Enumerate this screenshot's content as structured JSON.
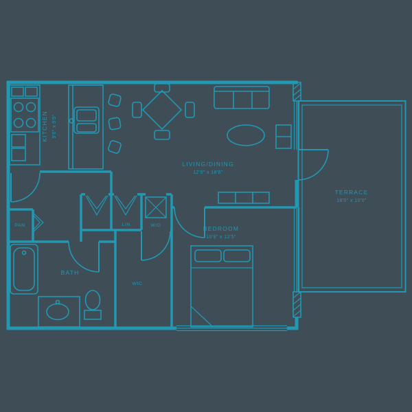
{
  "colors": {
    "background": "#3E4D56",
    "line": "#2398B3"
  },
  "rooms": {
    "kitchen": {
      "label": "KITCHEN",
      "dims": "9'6\" x 9'5\""
    },
    "living_dining": {
      "label": "LIVING/DINING",
      "dims": "12'9\" x 18'6\""
    },
    "terrace": {
      "label": "TERRACE",
      "dims": "18'0\" x 10'0\""
    },
    "bedroom": {
      "label": "BEDROOM",
      "dims": "10'9\" x 12'5\""
    },
    "bath": {
      "label": "BATH"
    },
    "walk_in_closet": {
      "label": "WIC"
    },
    "pantry": {
      "label": "PAN"
    },
    "linen": {
      "label": "LIN"
    },
    "washer_dryer": {
      "label": "W/D"
    }
  }
}
